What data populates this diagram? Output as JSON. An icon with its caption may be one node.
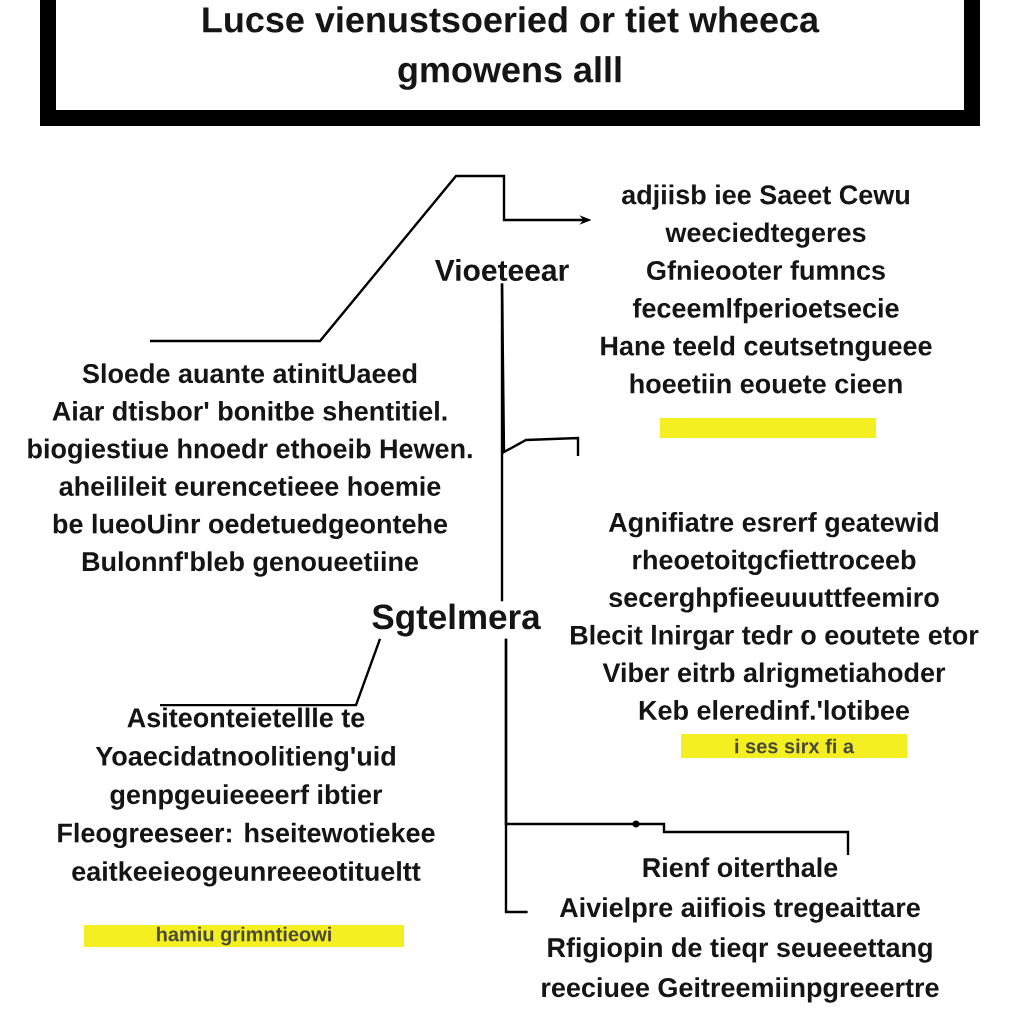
{
  "diagram": {
    "title": "Lucse vienustsoeried or tiet wheeca gmowens alll",
    "nodes": [
      {
        "text": [
          "adjiisb iee Saeet Cewu weeciedtegeres Gfnieooter fumncs feceemlfperioetsecie Hane teeld ceutsetngueee hoeetiin eouete cieen"
        ]
      },
      {
        "text": [
          "Vioeteear"
        ]
      },
      {
        "text": [
          "Sloede auante atinitUaeed Aiar dtisbor' bonitbe shentitiel. biogiestiue hnoedr ethoeib Hewen. aheilileit eurencetieee hoemie be lueoUinr oedetuedgeontehe Bulonnf'bleb genoueetiine"
        ]
      },
      {
        "text": [
          "Agnifiatre esrerf geatewid rheoetoitgcfiettroceeb secerghpfieeuuuttfeemiro Blecit lnirgar tedr o eoutete etor Viber eitrb alrigmetiahoder Keb eleredinf.'lotibee",
          "i ses sirx fi a"
        ]
      },
      {
        "text": [
          "Sgtelmera"
        ]
      },
      {
        "text": [
          "Asiteonteietellle te Yoaecidatnoolitieng'uid genpgeuieeeerf ibtier Fleogreeseer: hseitewotiekee eaitkeeieogeunreeeotitueltt",
          "hamiu grimntieowi"
        ]
      },
      {
        "text": [
          "Rienf oiterthale",
          "Aivielpre aiifiois tregeaittare Rfigiopin de tieqr seueeettang reeciuee Geitreemiinpgreeertre"
        ]
      }
    ],
    "edges": [
      {
        "from": 2,
        "to": 0,
        "arrow": "to"
      },
      {
        "from": 1,
        "to": 4,
        "arrow": "none"
      },
      {
        "from": 1,
        "to": null,
        "arrow": "none"
      },
      {
        "from": 4,
        "to": 5,
        "arrow": "none"
      },
      {
        "from": 4,
        "to": 6,
        "arrow": "none"
      },
      {
        "from": 4,
        "to": 6,
        "arrow": "none"
      }
    ]
  }
}
